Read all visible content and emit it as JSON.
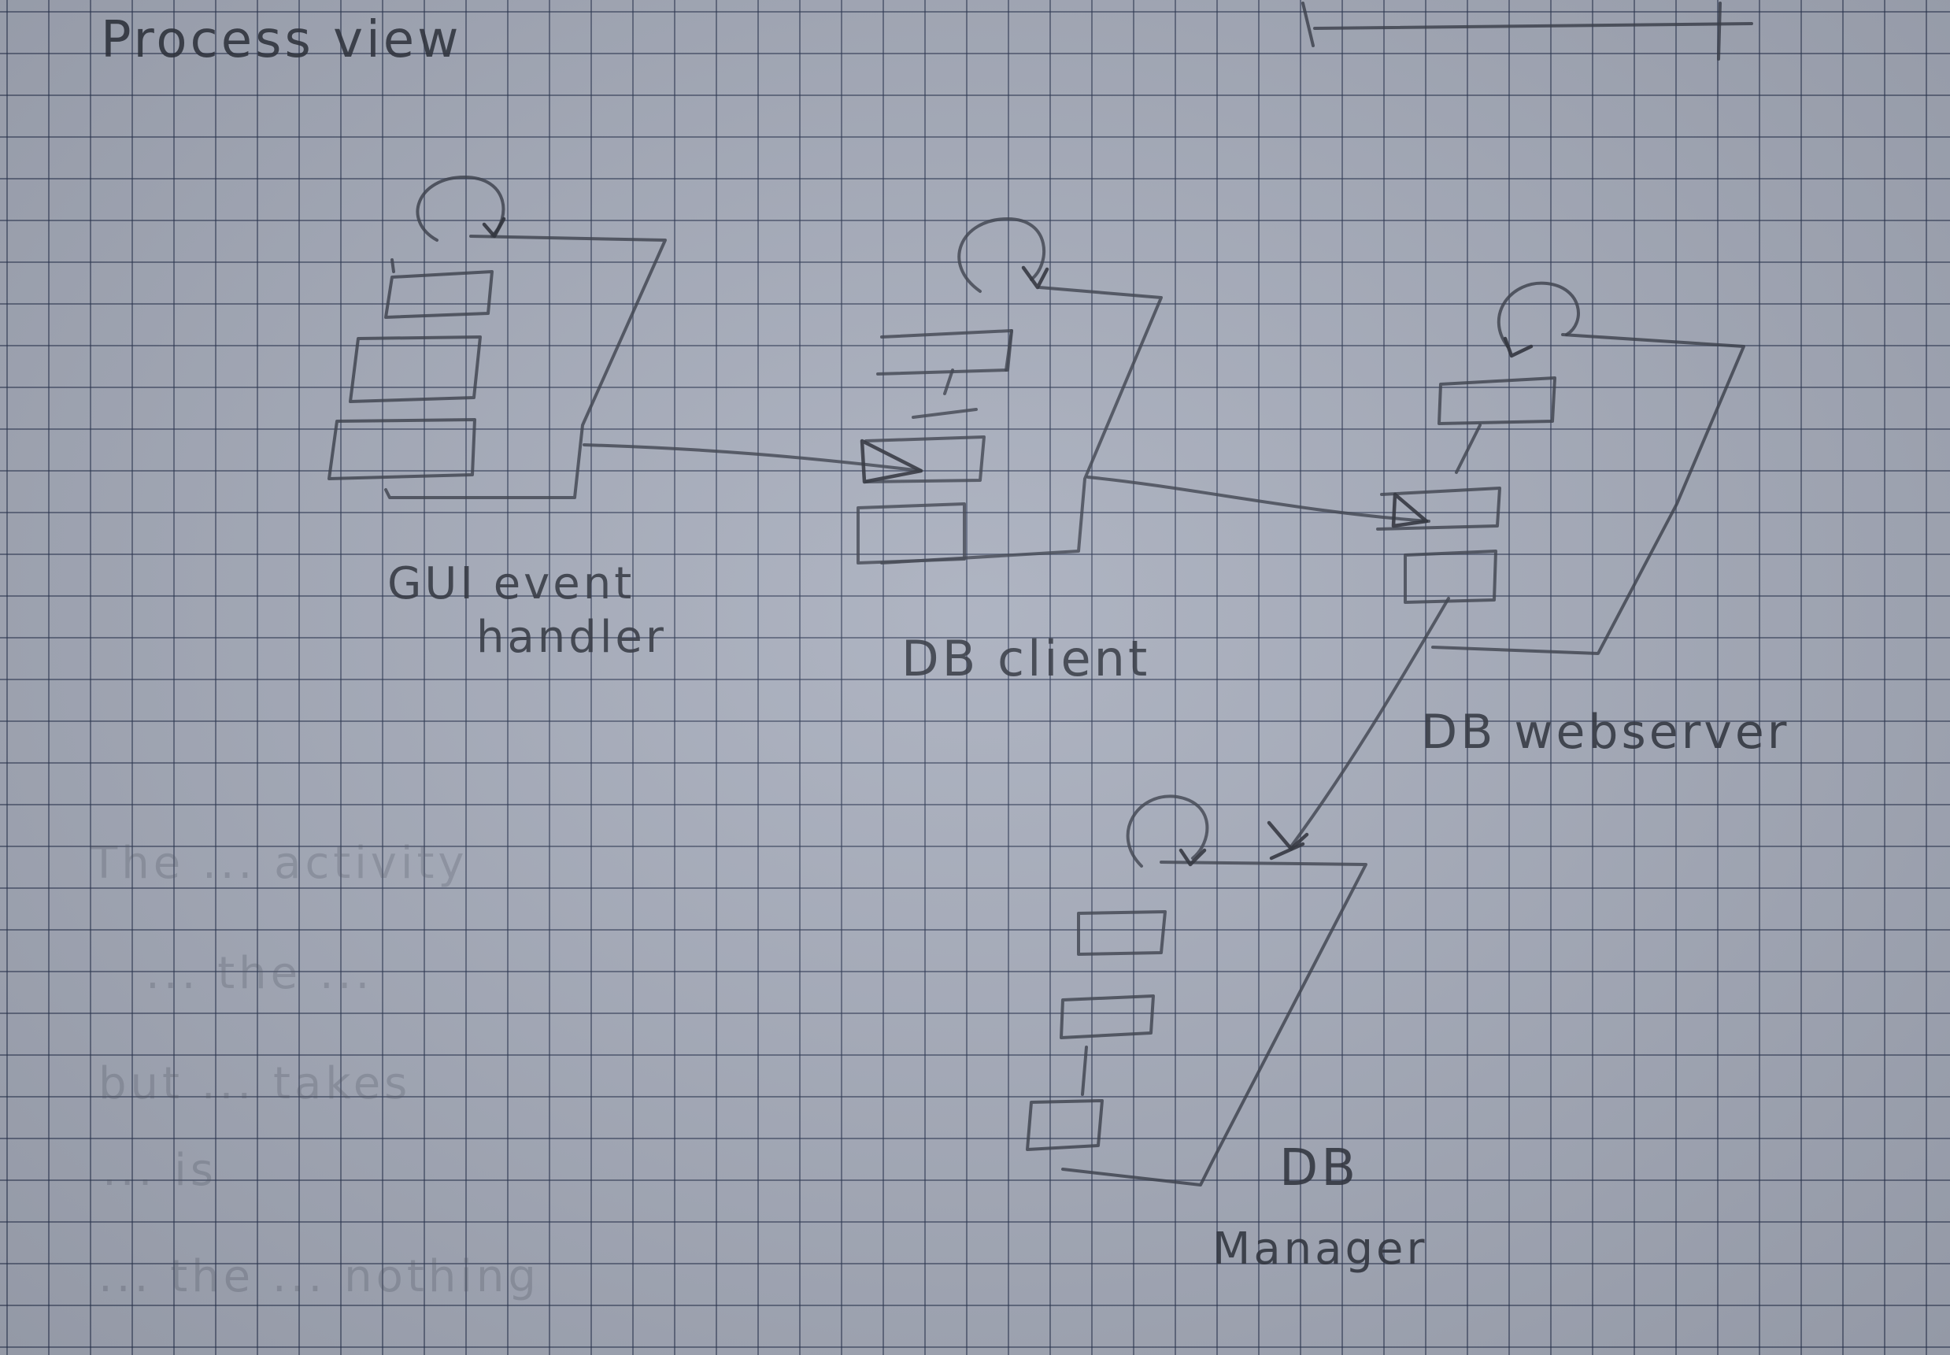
{
  "title": "Process view",
  "nodes": [
    {
      "id": "gui",
      "label_lines": [
        "GUI event",
        "handler"
      ]
    },
    {
      "id": "dbclient",
      "label_lines": [
        "DB client"
      ]
    },
    {
      "id": "webserver",
      "label_lines": [
        "DB webserver"
      ]
    },
    {
      "id": "manager",
      "label_lines": [
        "DB",
        "Manager"
      ]
    }
  ],
  "connections": [
    {
      "from": "gui",
      "to": "dbclient"
    },
    {
      "from": "dbclient",
      "to": "webserver"
    },
    {
      "from": "webserver",
      "to": "manager"
    }
  ],
  "faint_notes": [
    "The ... activity",
    "... the ...",
    "but ... takes",
    "... is",
    "... the ... nothing"
  ]
}
